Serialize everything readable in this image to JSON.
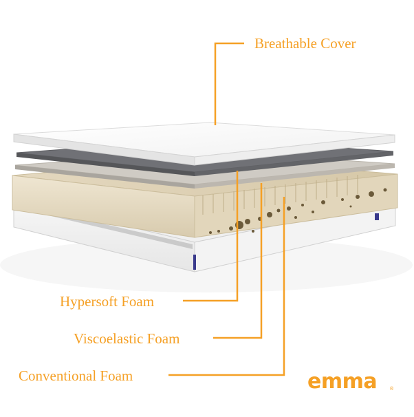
{
  "labels": {
    "cover": "Breathable Cover",
    "hypersoft": "Hypersoft Foam",
    "viscoelastic": "Viscoelastic Foam",
    "conventional": "Conventional Foam"
  },
  "brand": {
    "name": "emma",
    "registered": "®"
  },
  "colors": {
    "accent": "#F5A025",
    "background": "#FFFFFF",
    "cover": "#FFFFFF",
    "grey_layer": "#6E6F73",
    "foam": "#E9DFC9",
    "trim": "#3A3A8C"
  }
}
